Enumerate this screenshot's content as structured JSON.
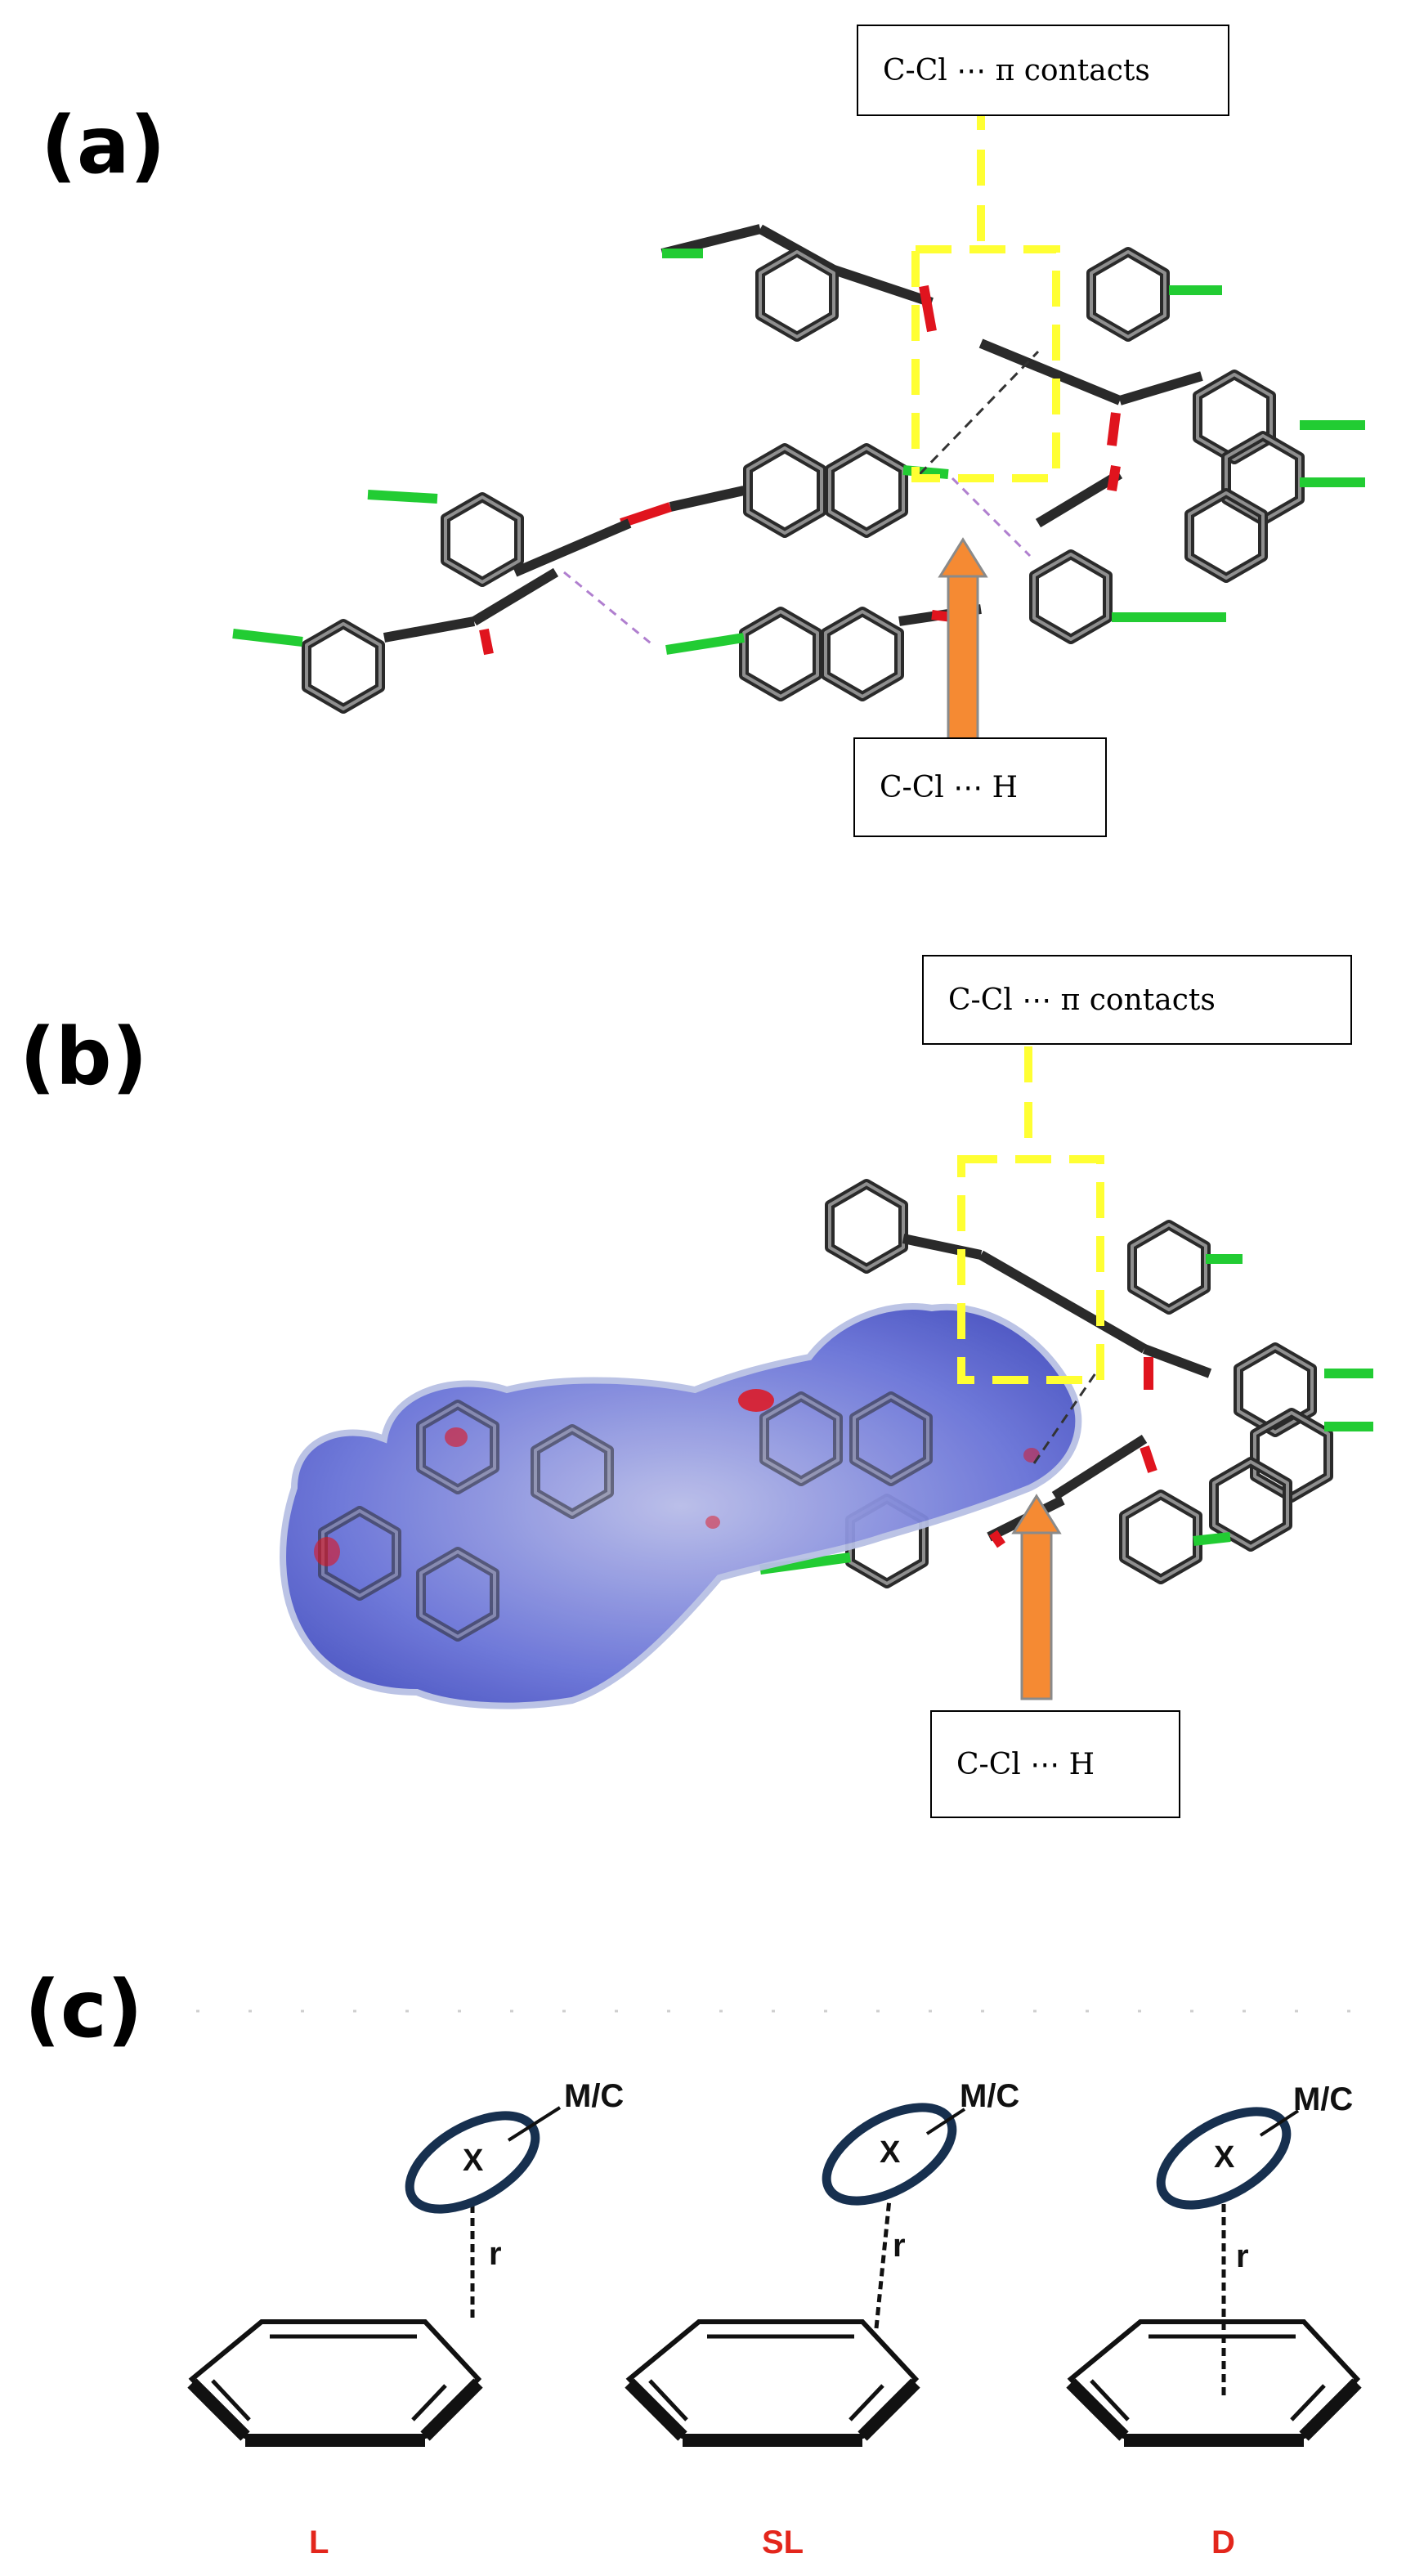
{
  "panels": [
    {
      "id": "a",
      "label": "(a)",
      "callout_pi": "C-Cl ⋯ π contacts",
      "callout_h": "C-Cl ⋯ H"
    },
    {
      "id": "b",
      "label": "(b)",
      "callout_pi": "C-Cl ⋯ π contacts",
      "callout_h": "C-Cl ⋯ H"
    },
    {
      "id": "c",
      "label": "(c)"
    }
  ],
  "schemes": [
    {
      "mode": "L",
      "x_label": "X",
      "mc_label": "M/C",
      "r_label": "r"
    },
    {
      "mode": "SL",
      "x_label": "X",
      "mc_label": "M/C",
      "r_label": "r"
    },
    {
      "mode": "D",
      "x_label": "X",
      "mc_label": "M/C",
      "r_label": "r"
    }
  ],
  "colors": {
    "highlight_box": "#ffff33",
    "arrow_fill": "#f58a33",
    "arrow_stroke": "#8a8a8a",
    "chlorine": "#22cc33",
    "oxygen": "#e0141e",
    "bond": "#2a2a2a",
    "hydrogen": "#d8d8d8",
    "surface_blue": "#5b67d6",
    "ellipse": "#17304f",
    "mode_label": "#e3261c"
  }
}
